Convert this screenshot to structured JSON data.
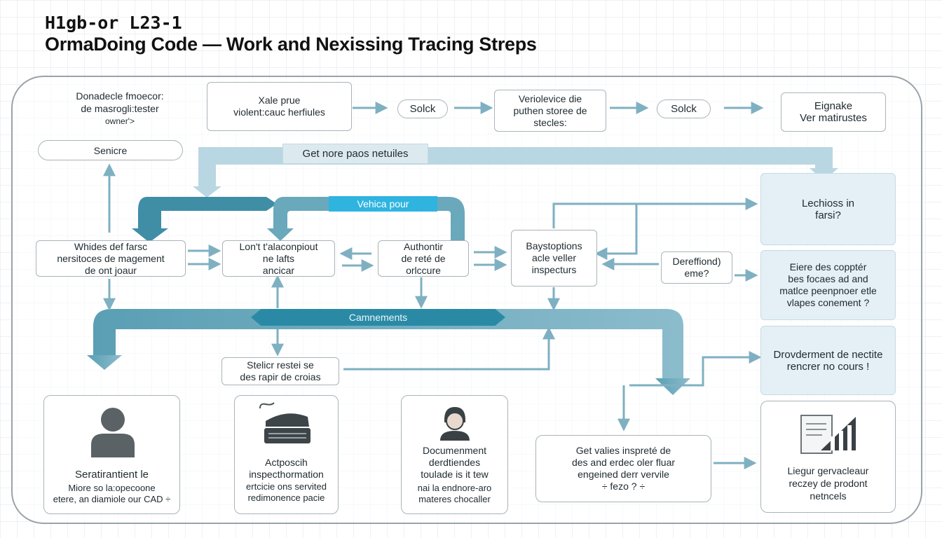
{
  "title": {
    "line1": "H1gb-or L23-1",
    "line2": "OrmaDoing Code — Work and Nexissing Tracing Streps"
  },
  "top_row": {
    "intro": [
      "Donadecle fmoecor:",
      "de masrogli:tester",
      "owner'>"
    ],
    "box1": [
      "Xale prue",
      "violent:cauc herfiules"
    ],
    "solck1": "Solck",
    "box2": [
      "Veriolevice die",
      "puthen storee de",
      "stecles:"
    ],
    "solck2": "Solck",
    "box3": [
      "Eignake",
      "Ver matirustes"
    ]
  },
  "service": "Senicre",
  "get_more": "Get nore paos netuiles",
  "vehicle": "Vehica pour",
  "mid_row": {
    "box_a": [
      "Whides def farsc",
      "nersitoces de magement",
      "de ont joaur"
    ],
    "box_b": [
      "Lon't t'alaconpiout",
      "ne lafts",
      "ancicar"
    ],
    "box_c": [
      "Authontir",
      "de reté de",
      "orlccure"
    ],
    "box_d": [
      "Baystoptions",
      "acle veller",
      "inspecturs"
    ],
    "box_e": [
      "Dereffiond)",
      "eme?"
    ]
  },
  "comments": "Camnements",
  "steller": [
    "Stelicr restei se",
    "des rapir de croias"
  ],
  "right_col": {
    "r1": [
      "Lechioss in",
      "farsi?"
    ],
    "r2": [
      "Eiere des copptér",
      "bes focaes ad and",
      "matlce peenpnoer etle",
      "vlapes conement ?"
    ],
    "r3": [
      "Drovderment de nectite",
      "rencrer no cours !"
    ],
    "r4": [
      "Liegur gervacleaur",
      "reczey de prodont",
      "netncels"
    ]
  },
  "cards": {
    "c1": {
      "icon": "person-icon",
      "title": "Seratirantient le",
      "sub": [
        "Miore so la:opecoone",
        "etere, an diamiole our CAD ÷"
      ]
    },
    "c2": {
      "icon": "scanner-icon",
      "title": [
        "Actposcih",
        "inspecthormation"
      ],
      "sub": [
        "ertcicie ons servited",
        "redimonence pacie"
      ]
    },
    "c3": {
      "icon": "worker-icon",
      "title": [
        "Documenment",
        "derdtiendes",
        "toulade is it tew"
      ],
      "sub": [
        "nai la endnore-aro",
        "materes chocaller"
      ]
    },
    "c4": [
      "Get valies inspreté de",
      "des and erdec oler fluar",
      "engeined derr vervile",
      "÷ fezo ? ÷"
    ]
  },
  "colors": {
    "teal_dark": "#3f8ea6",
    "teal_light": "#a9cbd8",
    "banner_cyan": "#2fb4e0",
    "arrow": "#7fb0c2"
  }
}
